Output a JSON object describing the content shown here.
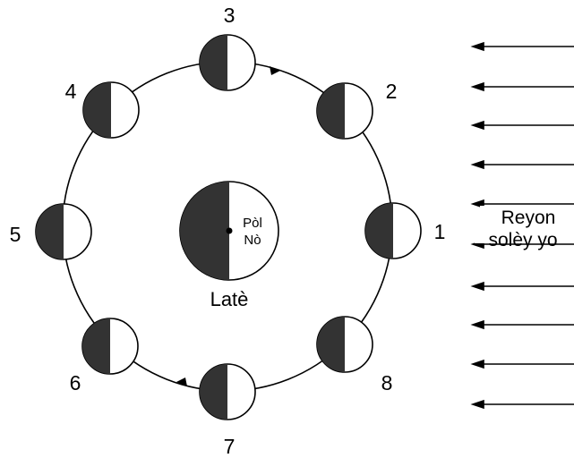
{
  "colors": {
    "dark_side": "#333333",
    "lit_side": "#ffffff",
    "stroke": "#000000"
  },
  "earth": {
    "name": "Latè",
    "pole_line1": "Pòl",
    "pole_line2": "Nò"
  },
  "sun_rays": {
    "label_line1": "Reyon",
    "label_line2": "solèy yo"
  },
  "moon_positions": [
    {
      "number": "1"
    },
    {
      "number": "2"
    },
    {
      "number": "3"
    },
    {
      "number": "4"
    },
    {
      "number": "5"
    },
    {
      "number": "6"
    },
    {
      "number": "7"
    },
    {
      "number": "8"
    }
  ]
}
